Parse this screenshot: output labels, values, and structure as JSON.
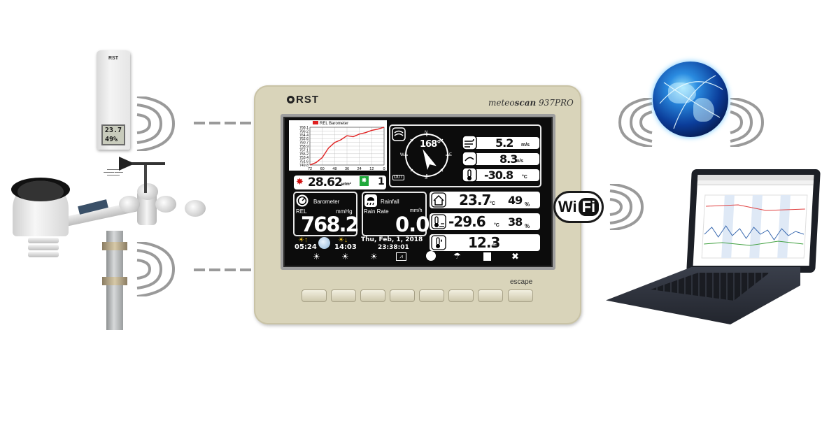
{
  "indoor_sensor": {
    "brand": "RST",
    "temperature": "23.7",
    "humidity": "49%"
  },
  "console": {
    "brand": "RST",
    "model_prefix": "meteo",
    "model_bold": "scan",
    "model_number": "937PRO",
    "escape_label": "escape",
    "buttons": [
      "btn1",
      "btn2",
      "btn3",
      "btn4",
      "btn5",
      "btn6",
      "btn7",
      "btn8"
    ]
  },
  "screen": {
    "graph": {
      "legend": "REL Barometer",
      "y_ticks": [
        "768.1",
        "766.2",
        "764.4",
        "762.6",
        "760.7",
        "758.9",
        "757.1",
        "755.2",
        "753.4",
        "751.6",
        "749.8"
      ],
      "x_ticks": [
        "72",
        "60",
        "48",
        "36",
        "24",
        "12",
        "0"
      ]
    },
    "compass": {
      "direction": "168°",
      "north": "N",
      "east": "E",
      "south": "S",
      "west": "W"
    },
    "wind_speed": {
      "value": "5.2",
      "unit": "m/s"
    },
    "gust_speed": {
      "value": "8.3",
      "unit": "m/s"
    },
    "wind_chill": {
      "value": "-30.8",
      "unit": "°C"
    },
    "solar": {
      "value": "28.62",
      "unit": "w/m²"
    },
    "uv": {
      "value": "1"
    },
    "out_label": "OUT",
    "barometer": {
      "title": "Barometer",
      "mode": "REL",
      "unit": "mmHg",
      "value": "768.2"
    },
    "rainfall": {
      "title": "Rainfall",
      "sub": "Rain Rate",
      "unit": "mm/h",
      "value": "0.0"
    },
    "indoor": {
      "temp": "23.7",
      "temp_unit": "°C",
      "hum": "49",
      "hum_unit": "%"
    },
    "outdoor": {
      "temp": "-29.6",
      "temp_unit": "°C",
      "hum": "38",
      "hum_unit": "%"
    },
    "dew": {
      "value": "12.3",
      "unit": "°C"
    },
    "sunrise": "05:24",
    "sunset": "14:03",
    "date": "Thu, Feb, 1, 2018",
    "time": "23:38:01"
  },
  "wifi": {
    "wi": "Wi",
    "fi": "Fi"
  },
  "colors": {
    "console": "#d9d4ba",
    "lcd": "#0c0c0c",
    "graph_line": "#e02020"
  },
  "chart_data": {
    "type": "line",
    "x": [
      72,
      66,
      60,
      54,
      48,
      42,
      36,
      30,
      24,
      18,
      12,
      6,
      0
    ],
    "values": [
      749.8,
      751.0,
      753.4,
      758.0,
      760.7,
      762.0,
      764.0,
      763.5,
      764.8,
      765.5,
      766.6,
      767.2,
      768.1
    ],
    "xlim": [
      72,
      0
    ],
    "ylim": [
      749.8,
      768.1
    ]
  }
}
